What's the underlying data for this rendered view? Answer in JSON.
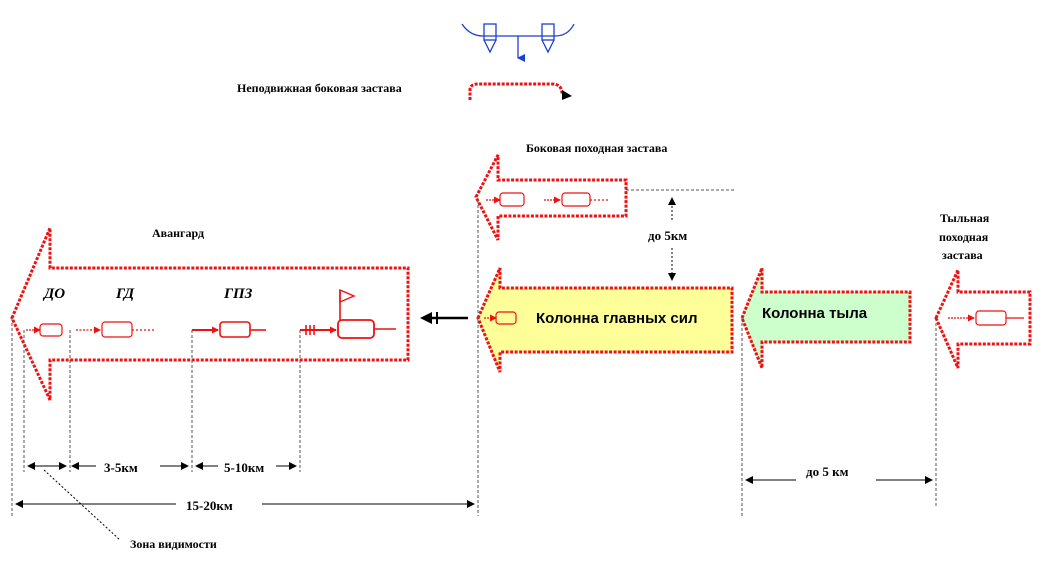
{
  "labels": {
    "fixed_side_guard": "Неподвижная боковая застава",
    "side_march_guard": "Боковая походная застава",
    "vanguard": "Авангард",
    "rear_march_guard_line1": "Тыльная",
    "rear_march_guard_line2": "походная",
    "rear_march_guard_line3": "застава",
    "do_label": "ДО",
    "gd_label": "ГД",
    "gpz_label": "ГПЗ",
    "main_forces": "Колонна главных сил",
    "rear_column": "Колонна тыла",
    "up_to_5km_side": "до 5км",
    "up_to_5km_rear": "до 5 км",
    "dist_3_5": "3-5км",
    "dist_5_10": "5-10км",
    "dist_15_20": "15-20км",
    "visibility_zone": "Зона видимости"
  },
  "colors": {
    "red": "#ee1111",
    "blue": "#1a3fd1",
    "main_forces_fill": "#ffff99",
    "rear_column_fill": "#ccffcc",
    "text": "#000000"
  }
}
